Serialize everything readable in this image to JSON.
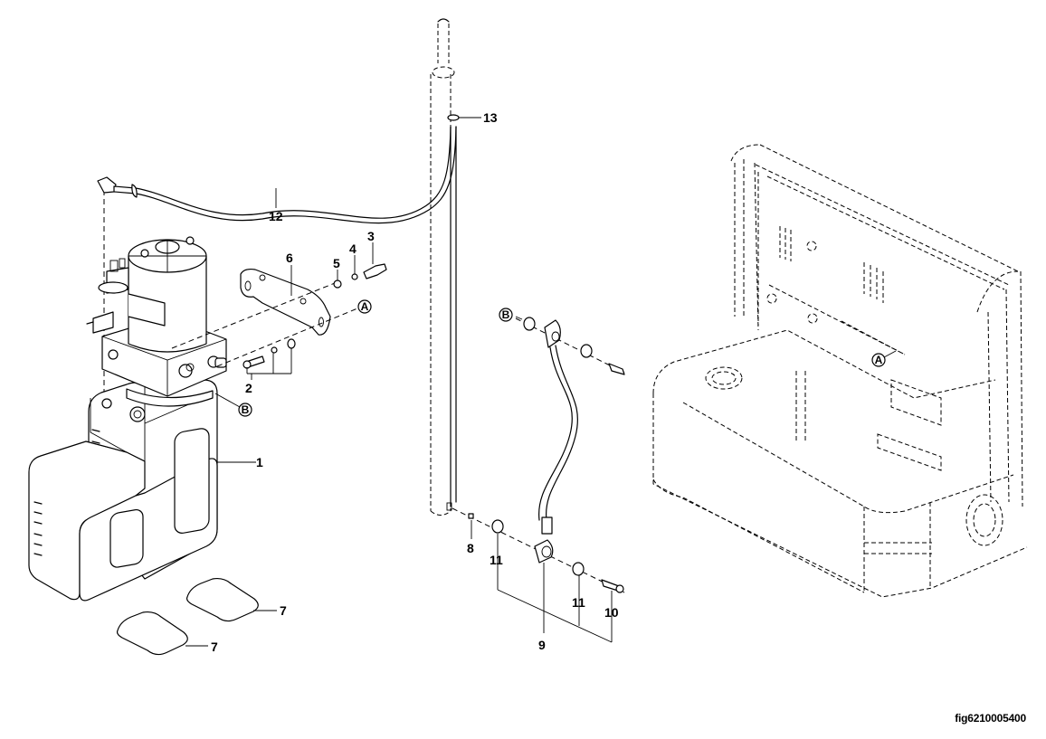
{
  "figure": {
    "id_label": "fig6210005400",
    "type": "exploded parts diagram"
  },
  "callouts": [
    {
      "num": "1",
      "part": "hydraulic-tank"
    },
    {
      "num": "2",
      "part": "bolt-washer-set-lower"
    },
    {
      "num": "3",
      "part": "bolt"
    },
    {
      "num": "4",
      "part": "lock-washer"
    },
    {
      "num": "5",
      "part": "flat-washer"
    },
    {
      "num": "6",
      "part": "mounting-bracket"
    },
    {
      "num": "7",
      "part": "rubber-pad-a"
    },
    {
      "num": "7",
      "part": "rubber-pad-b"
    },
    {
      "num": "8",
      "part": "small-fitting"
    },
    {
      "num": "9",
      "part": "banjo-fitting"
    },
    {
      "num": "10",
      "part": "banjo-bolt"
    },
    {
      "num": "11",
      "part": "sealing-washer-a"
    },
    {
      "num": "11",
      "part": "sealing-washer-b"
    },
    {
      "num": "12",
      "part": "hydraulic-hose-upper"
    },
    {
      "num": "13",
      "part": "hose-clip"
    }
  ],
  "references": {
    "A_pump": "A",
    "B_pump": "B",
    "B_hose": "B",
    "A_frame": "A"
  }
}
